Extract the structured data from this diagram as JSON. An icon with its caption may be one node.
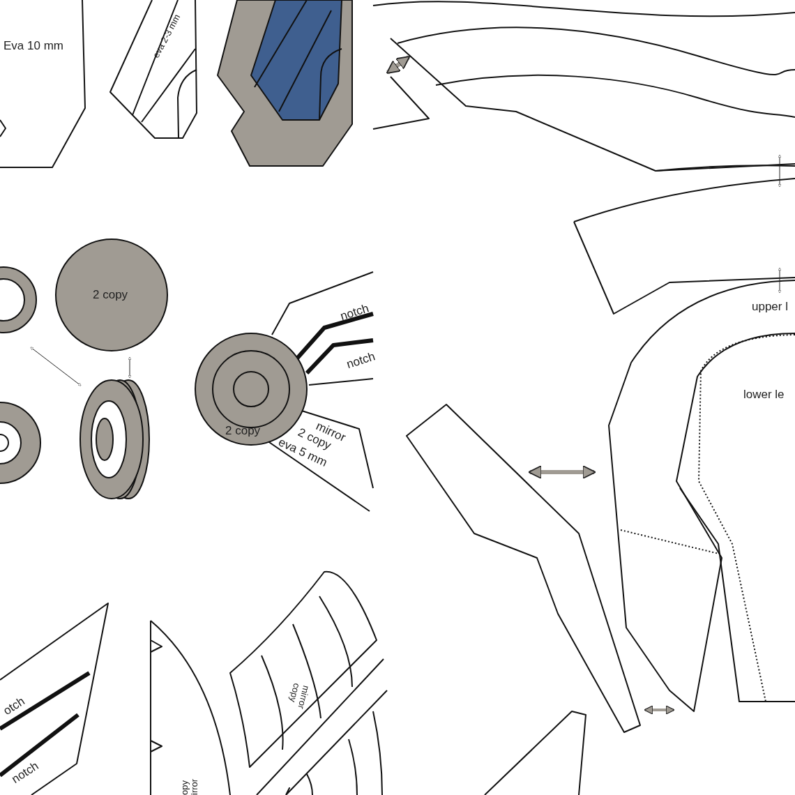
{
  "diagram": {
    "labels": [
      "Eva 10 mm",
      "eva 2-3 mm",
      "2 copy",
      "notch",
      "notch",
      "2 copy",
      "mirror",
      "2 copy",
      "eva 5 mm",
      "upper l",
      "lower le",
      "otch",
      "notch",
      "mirror copy",
      "opy irror"
    ]
  }
}
